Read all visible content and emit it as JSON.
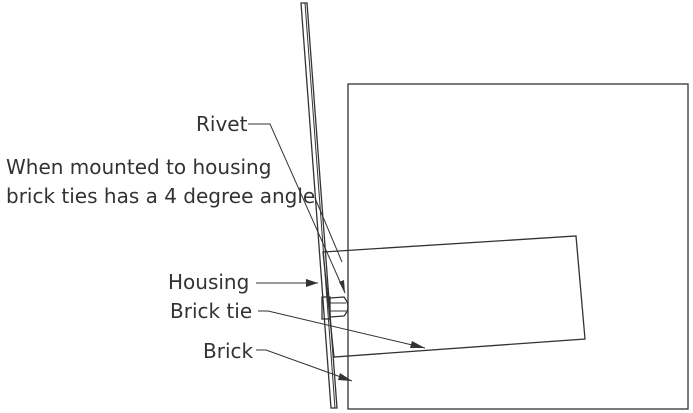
{
  "labels": {
    "rivet": "Rivet",
    "angle_note_line1": "When mounted to housing",
    "angle_note_line2": "brick ties has a 4 degree angle",
    "housing": "Housing",
    "brick_tie": "Brick tie",
    "brick": "Brick"
  },
  "colors": {
    "stroke": "#333333",
    "text": "#333333",
    "background": "#ffffff"
  }
}
